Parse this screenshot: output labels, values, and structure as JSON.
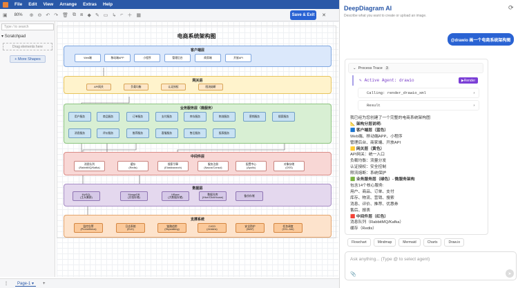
{
  "menu": {
    "items": [
      "File",
      "Edit",
      "View",
      "Arrange",
      "Extras",
      "Help"
    ]
  },
  "toolbar": {
    "zoom": "80%",
    "save_exit": "Save & Exit",
    "exit": "✕"
  },
  "sidebar": {
    "search_placeholder": "Type / to search",
    "scratchpad": "Scratchpad",
    "drag_hint": "Drag elements here",
    "more_shapes": "+ More Shapes"
  },
  "diagram": {
    "title": "电商系统架构图",
    "layers": [
      {
        "title": "客户端层",
        "nodes": [
          "Web端",
          "移动端APP",
          "小程序",
          "管理后台",
          "商家端",
          "开放API"
        ]
      },
      {
        "title": "网关层",
        "nodes": [
          "API网关",
          "负载均衡",
          "认证授权",
          "限流熔断"
        ]
      },
      {
        "title": "业务服务层（微服务）",
        "nodes": [
          "用户服务",
          "商品服务",
          "订单服务",
          "支付服务",
          "库存服务",
          "物流服务",
          "营销服务",
          "搜索服务",
          "消息服务",
          "评价服务",
          "推荐服务",
          "客服服务",
          "售后服务",
          "报表服务"
        ]
      },
      {
        "title": "中间件层",
        "nodes": [
          "消息队列\n(RabbitMQ/Kafka)",
          "缓存\n(Redis)",
          "搜索引擎\n(Elasticsearch)",
          "服务注册\n(Nacos/Consul)",
          "配置中心\n(Apollo)",
          "对象存储\n(OSS)"
        ]
      },
      {
        "title": "数据层",
        "nodes": [
          "MySQL\n(主从集群)",
          "MongoDB\n(文档存储)",
          "HBase\n(大数据存储)",
          "数据仓库\n(Hive/ClickHouse)",
          "备份存储"
        ]
      },
      {
        "title": "支撑系统",
        "nodes": [
          "监控告警\n(Prometheus)",
          "日志系统\n(ELK)",
          "链路追踪\n(Skywalking)",
          "CI/CD\n(Jenkins)",
          "安全防护\n(WAF)",
          "任务调度\n(XXL-Job)"
        ]
      }
    ]
  },
  "bottombar": {
    "page_tab": "Page-1"
  },
  "ai": {
    "title": "DeepDiagram AI",
    "subtitle": "Describe what you want to create or upload an image.",
    "user_message": "@drawio 画一个电商系统架构图",
    "trace_label": "Process Trace",
    "trace_count": "3",
    "active_agent": "Active Agent: drawio",
    "render_label": "Render",
    "calling": "Calling: render_drawio_xml",
    "result": "Result",
    "response_lines": [
      "我已经为您创建了一个完整的电商系统架构图",
      "📐 架构分层说明:",
      "🟦 客户端层（蓝色）",
      "Web端、移动端APP、小程序",
      "管理后台、商家端、开放API",
      "🟨 网关层（黄色）",
      "API网关：统一入口",
      "负载均衡：流量分发",
      "认证授权：安全控制",
      "限流熔断：系统保护",
      "🟩 业务服务层（绿色）- 微服务架构",
      "包含14个核心服务:",
      "用户、商品、订单、支付",
      "库存、物流、营销、搜索",
      "消息、评价、推荐、优惠券",
      "售后、报表",
      "🟥 中间件层（红色）",
      "消息队列（RabbitMQ/Kafka）",
      "缓存（Redis）"
    ],
    "chips": [
      "Flowchart",
      "Mindmap",
      "Mermaid",
      "Charts",
      "Draw.io"
    ],
    "input_placeholder": "Ask anything... (Type @ to select agent)"
  }
}
